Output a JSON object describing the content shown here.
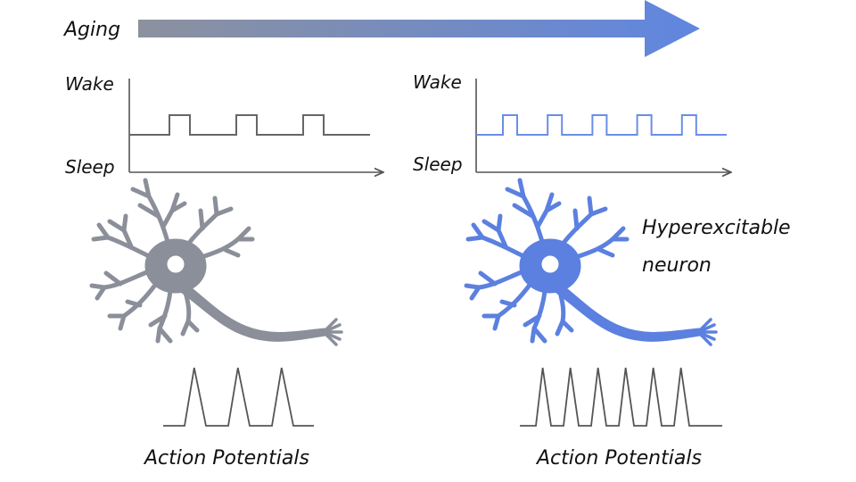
{
  "aging_label": "Aging",
  "left_panel": {
    "wake_label": "Wake",
    "sleep_label": "Sleep",
    "pulse_count": 3,
    "spike_count": 3,
    "caption": "Action Potentials"
  },
  "right_panel": {
    "wake_label": "Wake",
    "sleep_label": "Sleep",
    "pulse_count": 5,
    "spike_count": 6,
    "neuron_label_line1": "Hyperexcitable",
    "neuron_label_line2": "neuron",
    "caption": "Action Potentials"
  },
  "colors": {
    "arrow_start": "#8c919e",
    "arrow_end": "#5f86e0",
    "young_neuron": "#8b8f99",
    "old_neuron": "#5b80e0",
    "axis": "#555555",
    "young_trace": "#666666",
    "old_trace": "#6a8ee6",
    "spikes": "#555555"
  },
  "icons": [
    "aging-arrow",
    "neuron-icon",
    "sleep-wake-trace",
    "action-potential-trace"
  ]
}
